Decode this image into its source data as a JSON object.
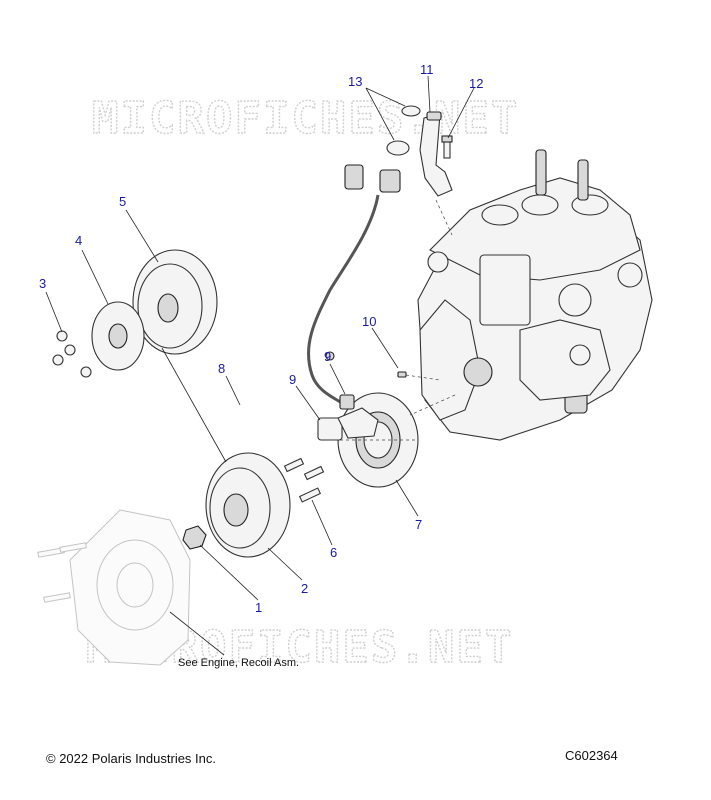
{
  "watermark": {
    "text": "MICROFICHES.NET"
  },
  "callouts": [
    {
      "label": "1"
    },
    {
      "label": "2"
    },
    {
      "label": "3"
    },
    {
      "label": "4"
    },
    {
      "label": "5"
    },
    {
      "label": "6"
    },
    {
      "label": "7"
    },
    {
      "label": "8"
    },
    {
      "label": "9"
    },
    {
      "label": "9"
    },
    {
      "label": "10"
    },
    {
      "label": "11"
    },
    {
      "label": "12"
    },
    {
      "label": "13"
    }
  ],
  "note": {
    "text": "See Engine, Recoil Asm."
  },
  "footer": {
    "copyright": "© 2022 Polaris Industries Inc.",
    "diagram_code": "C602364"
  },
  "colors": {
    "callout": "#1a1aa6",
    "line": "#222222",
    "watermark": "#cfcfcf"
  }
}
